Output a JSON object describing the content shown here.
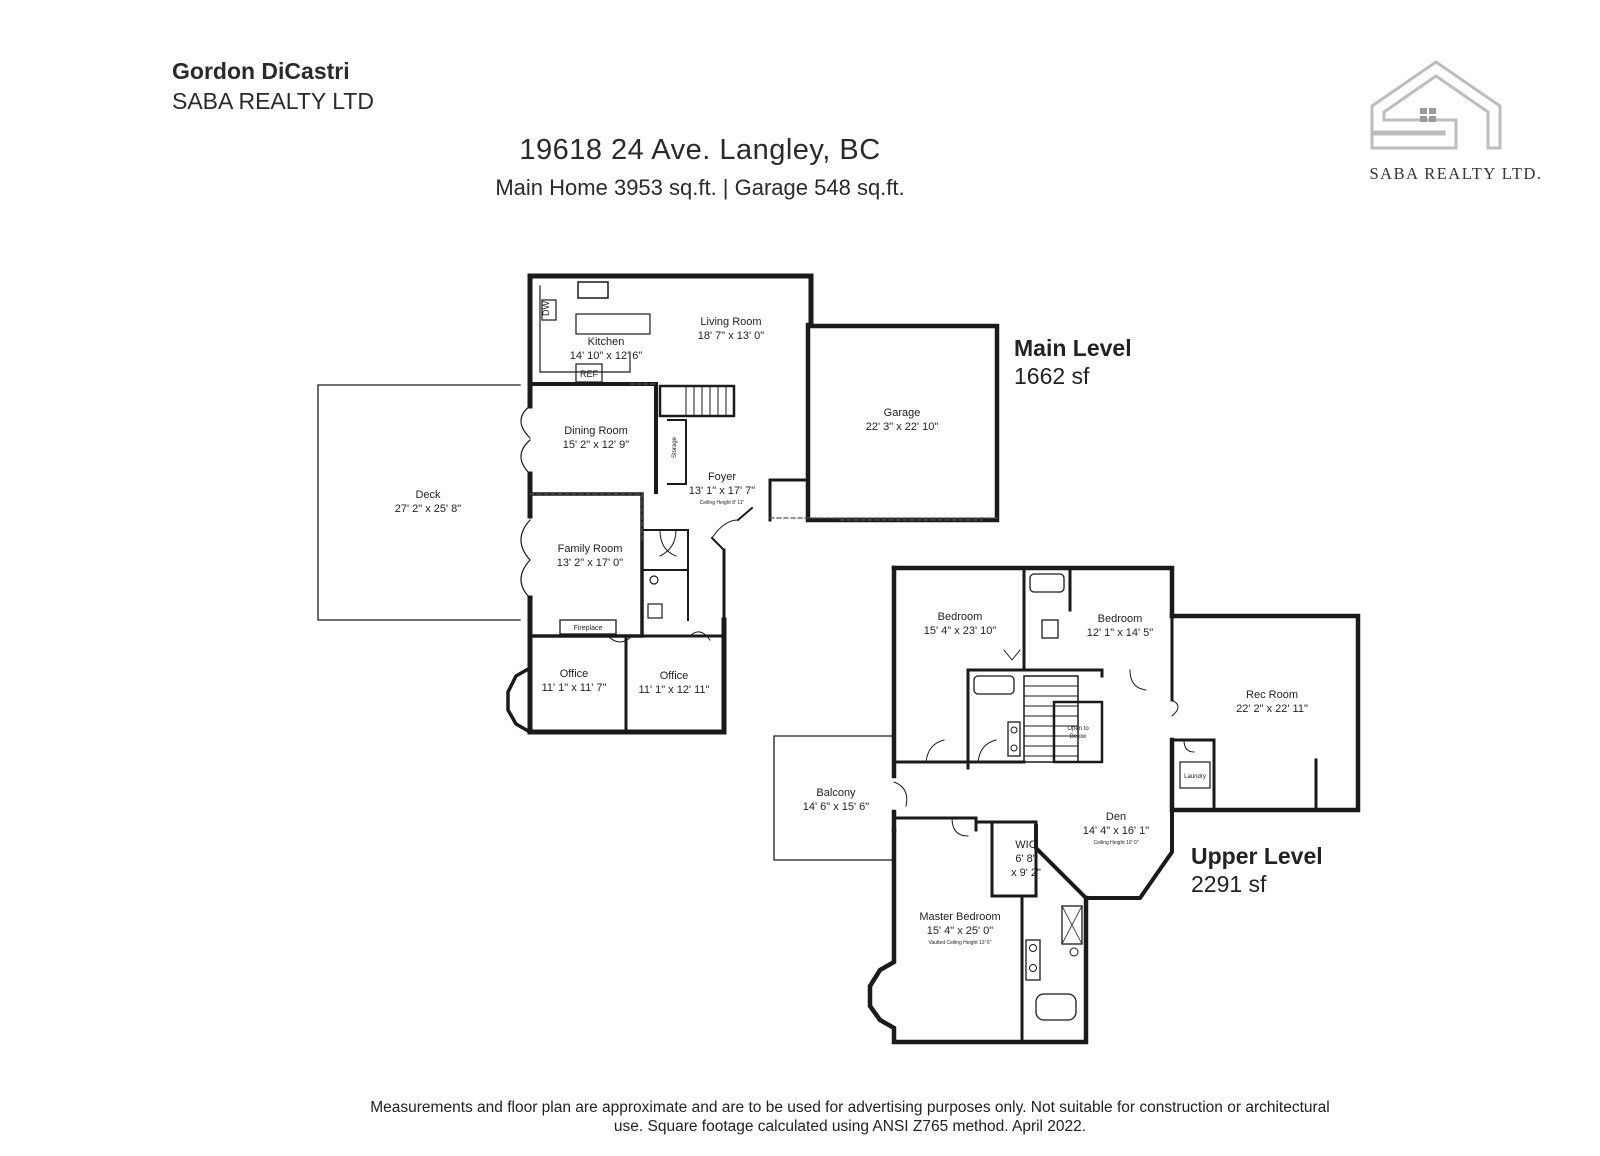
{
  "header": {
    "agent_name": "Gordon DiCastri",
    "agency": "SABA REALTY LTD",
    "address": "19618 24 Ave. Langley, BC",
    "sqft_line": "Main Home  3953 sq.ft.  |  Garage  548 sq.ft."
  },
  "logo": {
    "text": "SABA REALTY LTD.",
    "icon": "house-logo-icon"
  },
  "levels": {
    "main": {
      "label": "Main Level",
      "area": "1662 sf"
    },
    "upper": {
      "label": "Upper Level",
      "area": "2291 sf"
    }
  },
  "rooms": {
    "kitchen": {
      "name": "Kitchen",
      "dims": "14' 10\" x 12' 6\""
    },
    "living": {
      "name": "Living Room",
      "dims": "18' 7\" x 13' 0\""
    },
    "garage": {
      "name": "Garage",
      "dims": "22' 3\" x 22' 10\""
    },
    "dining": {
      "name": "Dining Room",
      "dims": "15' 2\" x 12' 9\""
    },
    "deck": {
      "name": "Deck",
      "dims": "27' 2\" x 25' 8\""
    },
    "foyer": {
      "name": "Foyer",
      "dims": "13' 1\" x 17' 7\"",
      "note": "Ceiling Height 8' 11\""
    },
    "family": {
      "name": "Family Room",
      "dims": "13' 2\" x 17' 0\""
    },
    "office1": {
      "name": "Office",
      "dims": "11' 1\" x 11' 7\""
    },
    "office2": {
      "name": "Office",
      "dims": "11' 1\" x 12' 11\""
    },
    "bedroom1": {
      "name": "Bedroom",
      "dims": "15' 4\" x 23' 10\""
    },
    "bedroom2": {
      "name": "Bedroom",
      "dims": "12' 1\" x 14' 5\""
    },
    "rec": {
      "name": "Rec Room",
      "dims": "22' 2\" x 22' 11\""
    },
    "balcony": {
      "name": "Balcony",
      "dims": "14' 6\" x 15' 6\""
    },
    "den": {
      "name": "Den",
      "dims": "14' 4\" x 16' 1\"",
      "note": "Ceiling Height 10' 0\""
    },
    "wic": {
      "name": "WIC",
      "dims1": "6' 8\"",
      "dims2": "x 9' 2\""
    },
    "master": {
      "name": "Master Bedroom",
      "dims": "15' 4\" x 25' 0\"",
      "note": "Vaulted Ceiling Height 13' 6\""
    }
  },
  "fixtures": {
    "dw": "DW",
    "ref": "REF",
    "storage": "Storage",
    "fireplace": "Fireplace",
    "laundry": "Laundry",
    "open_below_1": "Open to",
    "open_below_2": "Below"
  },
  "footer": {
    "line1": "Measurements and floor plan are approximate and are to be used for advertising purposes only. Not suitable for construction or architectural",
    "line2": "use. Square footage calculated using ANSI Z765 method. April 2022."
  }
}
